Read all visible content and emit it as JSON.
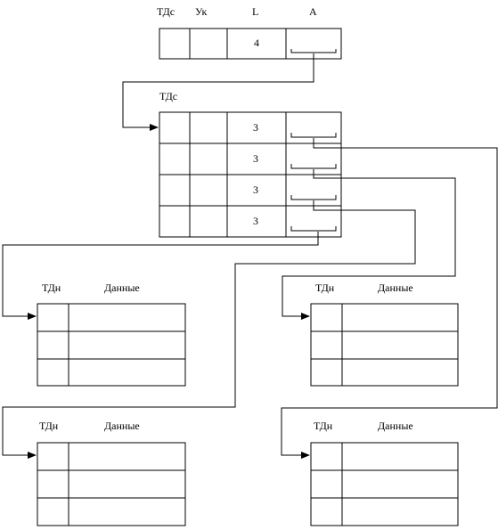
{
  "header_table": {
    "columns": [
      "ТДс",
      "Ук",
      "L",
      "A"
    ],
    "row": [
      "",
      "",
      "4",
      ""
    ]
  },
  "descriptor_table": {
    "label": "ТДс",
    "rows": [
      [
        "",
        "",
        "3",
        ""
      ],
      [
        "",
        "",
        "3",
        ""
      ],
      [
        "",
        "",
        "3",
        ""
      ],
      [
        "",
        "",
        "3",
        ""
      ]
    ]
  },
  "data_tables": [
    {
      "label": "ТДн",
      "data_label": "Данные",
      "rows": 3
    },
    {
      "label": "ТДн",
      "data_label": "Данные",
      "rows": 3
    },
    {
      "label": "ТДн",
      "data_label": "Данные",
      "rows": 3
    },
    {
      "label": "ТДн",
      "data_label": "Данные",
      "rows": 3
    }
  ]
}
